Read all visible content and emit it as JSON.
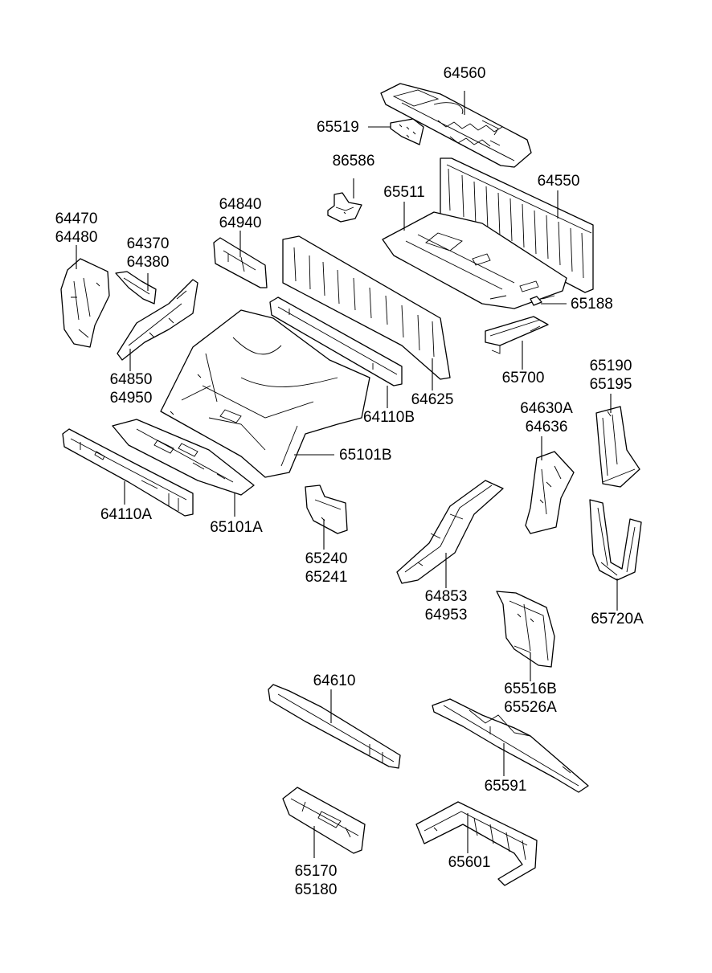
{
  "callouts": [
    {
      "id": "c64560",
      "lines": [
        "64560"
      ]
    },
    {
      "id": "c65519",
      "lines": [
        "65519"
      ]
    },
    {
      "id": "c86586",
      "lines": [
        "86586"
      ]
    },
    {
      "id": "c65511",
      "lines": [
        "65511"
      ]
    },
    {
      "id": "c64550",
      "lines": [
        "64550"
      ]
    },
    {
      "id": "c64470",
      "lines": [
        "64470",
        "64480"
      ]
    },
    {
      "id": "c64370",
      "lines": [
        "64370",
        "64380"
      ]
    },
    {
      "id": "c64840",
      "lines": [
        "64840",
        "64940"
      ]
    },
    {
      "id": "c65188",
      "lines": [
        "65188"
      ]
    },
    {
      "id": "c64850",
      "lines": [
        "64850",
        "64950"
      ]
    },
    {
      "id": "c64625",
      "lines": [
        "64625"
      ]
    },
    {
      "id": "c65700",
      "lines": [
        "65700"
      ]
    },
    {
      "id": "c65190",
      "lines": [
        "65190",
        "65195"
      ]
    },
    {
      "id": "c64110B",
      "lines": [
        "64110B"
      ]
    },
    {
      "id": "c64630A",
      "lines": [
        "64630A",
        "64636"
      ]
    },
    {
      "id": "c65101B",
      "lines": [
        "65101B"
      ]
    },
    {
      "id": "c64110A",
      "lines": [
        "64110A"
      ]
    },
    {
      "id": "c65101A",
      "lines": [
        "65101A"
      ]
    },
    {
      "id": "c65240",
      "lines": [
        "65240",
        "65241"
      ]
    },
    {
      "id": "c64853",
      "lines": [
        "64853",
        "64953"
      ]
    },
    {
      "id": "c65720A",
      "lines": [
        "65720A"
      ]
    },
    {
      "id": "c64610",
      "lines": [
        "64610"
      ]
    },
    {
      "id": "c65516B",
      "lines": [
        "65516B",
        "65526A"
      ]
    },
    {
      "id": "c65591",
      "lines": [
        "65591"
      ]
    },
    {
      "id": "c65170",
      "lines": [
        "65170",
        "65180"
      ]
    },
    {
      "id": "c65601",
      "lines": [
        "65601"
      ]
    }
  ]
}
